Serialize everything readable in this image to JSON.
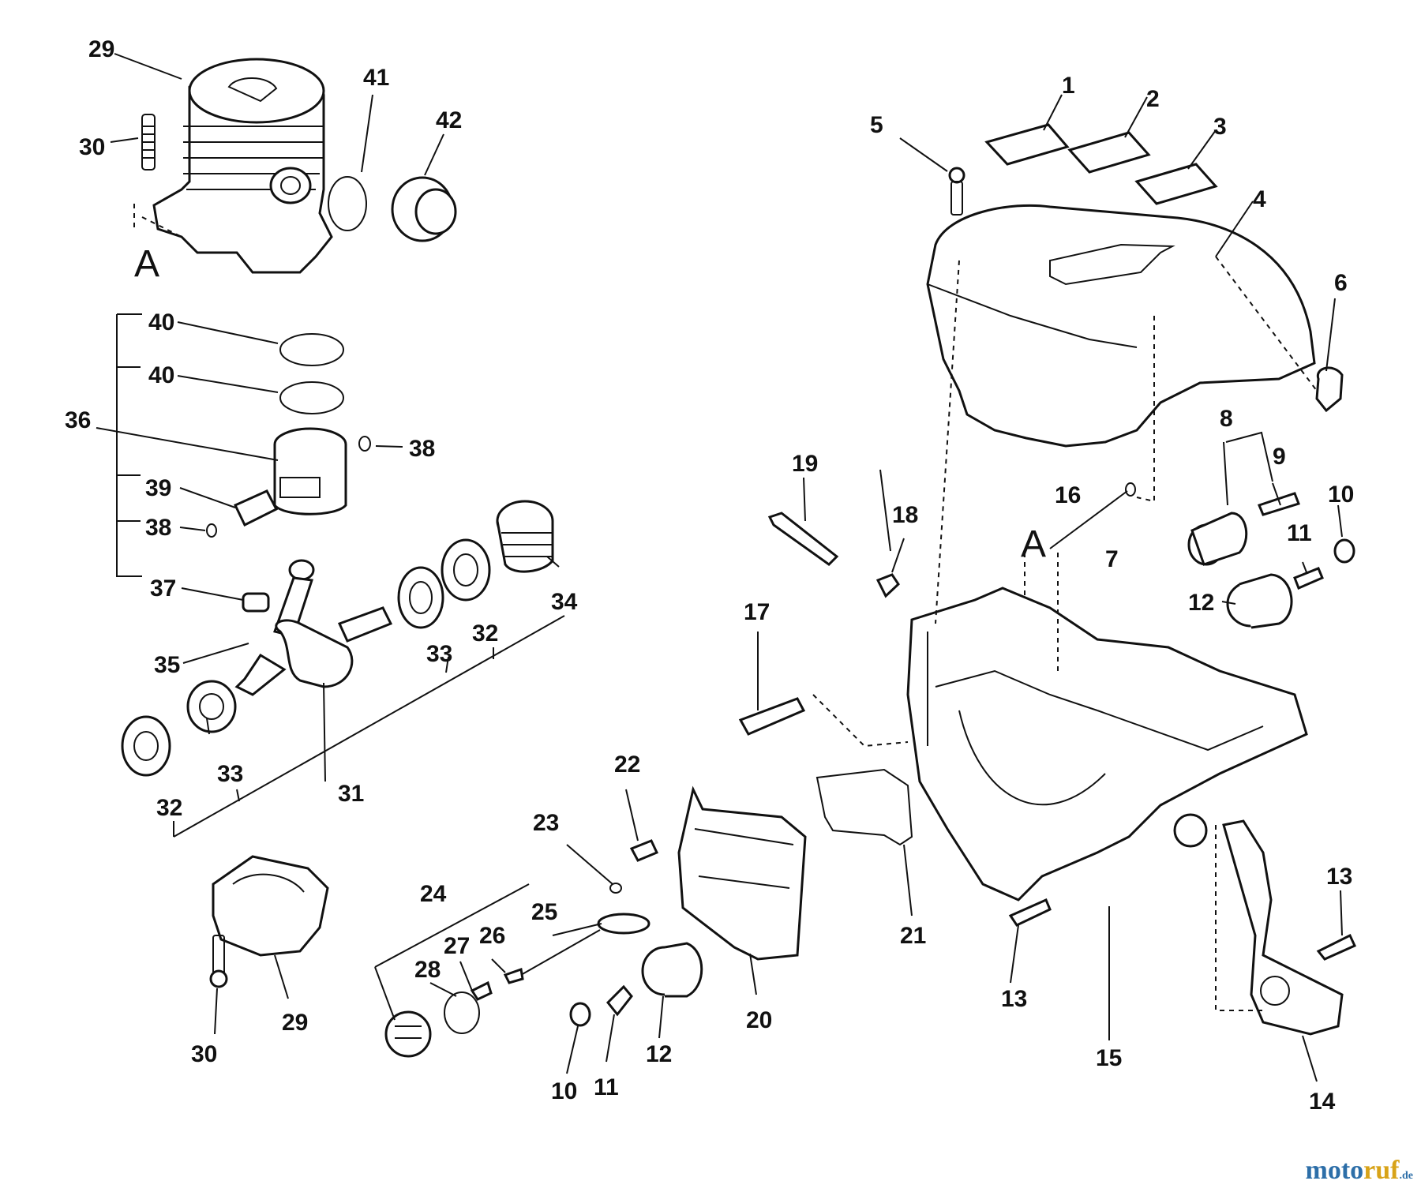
{
  "callouts": {
    "c1": "1",
    "c2": "2",
    "c3": "3",
    "c4": "4",
    "c5": "5",
    "c6": "6",
    "c7": "7",
    "c8": "8",
    "c9": "9",
    "c10a": "10",
    "c10b": "10",
    "c11a": "11",
    "c11b": "11",
    "c12a": "12",
    "c12b": "12",
    "c13a": "13",
    "c13b": "13",
    "c14": "14",
    "c15": "15",
    "c16": "16",
    "c17": "17",
    "c18": "18",
    "c19": "19",
    "c20": "20",
    "c21": "21",
    "c22": "22",
    "c23": "23",
    "c24": "24",
    "c25": "25",
    "c26": "26",
    "c27": "27",
    "c28": "28",
    "c29a": "29",
    "c29b": "29",
    "c30a": "30",
    "c30b": "30",
    "c31": "31",
    "c32a": "32",
    "c32b": "32",
    "c33a": "33",
    "c33b": "33",
    "c34": "34",
    "c35": "35",
    "c36": "36",
    "c37": "37",
    "c38a": "38",
    "c38b": "38",
    "c39": "39",
    "c40a": "40",
    "c40b": "40",
    "c41": "41",
    "c42": "42"
  },
  "reference_marks": {
    "a_cylinder": "A",
    "a_crankcase": "A"
  },
  "watermark": {
    "part1": "moto",
    "part2": "ruf",
    "part3": ".de"
  }
}
